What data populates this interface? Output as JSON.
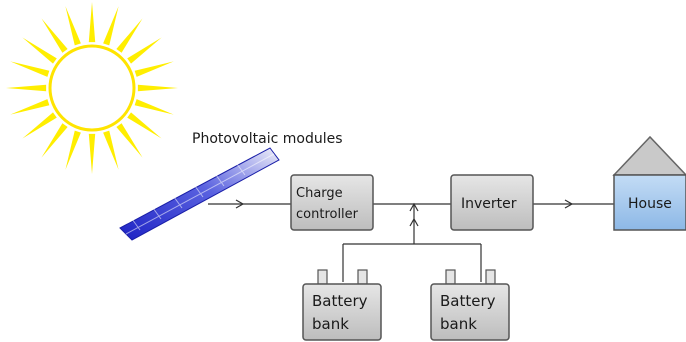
{
  "diagram": {
    "pv_label": "Photovoltaic modules",
    "charge_controller": {
      "line1": "Charge",
      "line2": "controller"
    },
    "inverter": "Inverter",
    "house": "House",
    "battery_left": {
      "line1": "Battery",
      "line2": "bank"
    },
    "battery_right": {
      "line1": "Battery",
      "line2": "bank"
    }
  },
  "colors": {
    "sun": "#ffee00",
    "box_fill": "#cfcfcf",
    "box_stroke": "#555555",
    "house_fill": "#a9cbee",
    "roof_fill": "#c9c9c9",
    "panel_dark": "#2a2fc9",
    "panel_light": "#e8e8f7",
    "wire": "#333333"
  }
}
